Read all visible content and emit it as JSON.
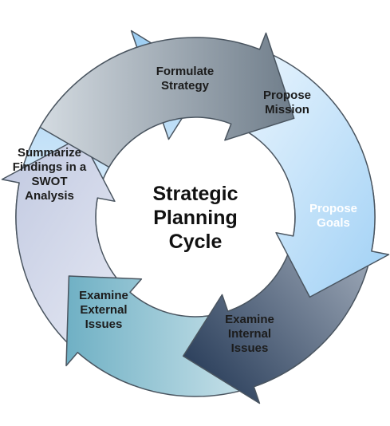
{
  "diagram": {
    "center_title": [
      "Strategic",
      "Planning",
      "Cycle"
    ],
    "segments": [
      {
        "id": "formulate-strategy",
        "lines": [
          "Formulate",
          "Strategy"
        ],
        "fill": "gradient-strategy",
        "text_color": "#1c1c1c"
      },
      {
        "id": "propose-mission",
        "lines": [
          "Propose",
          "Mission"
        ],
        "fill": "gradient-mission",
        "text_color": "#1c1c1c"
      },
      {
        "id": "propose-goals",
        "lines": [
          "Propose",
          "Goals"
        ],
        "fill": "gradient-goals",
        "text_color": "#ffffff"
      },
      {
        "id": "examine-internal-issues",
        "lines": [
          "Examine",
          "Internal",
          "Issues"
        ],
        "fill": "gradient-internal",
        "text_color": "#1c1c1c"
      },
      {
        "id": "examine-external-issues",
        "lines": [
          "Examine",
          "External",
          "Issues"
        ],
        "fill": "gradient-external",
        "text_color": "#1c1c1c"
      },
      {
        "id": "summarize-findings",
        "lines": [
          "Summarize",
          "Findings in a",
          "SWOT",
          "Analysis"
        ],
        "fill": "gradient-swot",
        "text_color": "#1c1c1c"
      }
    ],
    "colors": {
      "outline": "#4a5560",
      "strategy": [
        "#6d7b88",
        "#c9d1d8"
      ],
      "mission": [
        "#a9d6f7",
        "#e9f5fe"
      ],
      "goals": [
        "#1f3450",
        "#aab4c2"
      ],
      "internal": [
        "#7db6c8",
        "#dceef4"
      ],
      "external": [
        "#c4cbe2",
        "#eceef7"
      ],
      "swot": [
        "#a2cff1",
        "#e6f3fd"
      ]
    }
  }
}
